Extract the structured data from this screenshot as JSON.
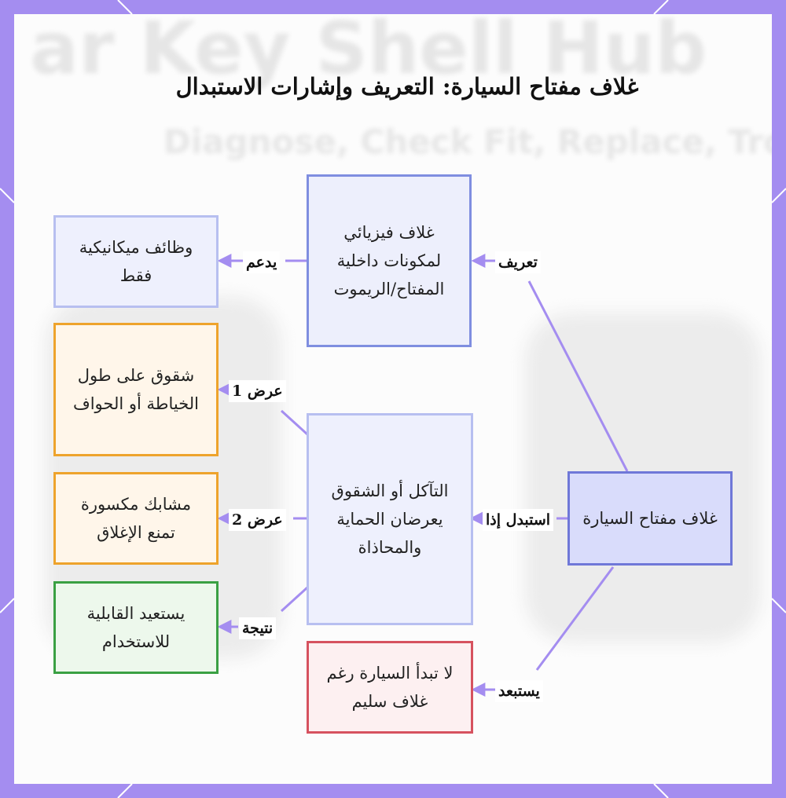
{
  "title": "غلاف مفتاح السيارة: التعريف وإشارات الاستبدال",
  "background_text": {
    "line1": "ar Key Shell Hub",
    "line2": "Diagnose, Check Fit, Replace, Troubleshoot"
  },
  "colors": {
    "frame": "#a48df0",
    "edge": "#a48df0",
    "blue_border": "#7f8ee0",
    "orange_border": "#eea32c",
    "green_border": "#3aa043",
    "red_border": "#d6525f"
  },
  "nodes": {
    "car_key_shell": "غلاف مفتاح السيارة",
    "physical_shell": "غلاف فيزيائي لمكونات داخلية المفتاح/الريموت",
    "mechanical_only": "وظائف ميكانيكية فقط",
    "wear_cracks": "التآكل أو الشقوق يعرضان الحماية والمحاذاة",
    "seam_cracks": "شقوق على طول الخياطة أو الحواف",
    "broken_clips": "مشابك مكسورة تمنع الإغلاق",
    "restores_usability": "يستعيد القابلية للاستخدام",
    "no_start": "لا تبدأ السيارة رغم غلاف سليم"
  },
  "edges": {
    "define": "تعريف",
    "supports": "يدعم",
    "replace_if": "استبدل إذا",
    "excludes": "يستبعد",
    "symptom1": "عرض 1",
    "symptom2": "عرض 2",
    "result": "نتيجة"
  }
}
